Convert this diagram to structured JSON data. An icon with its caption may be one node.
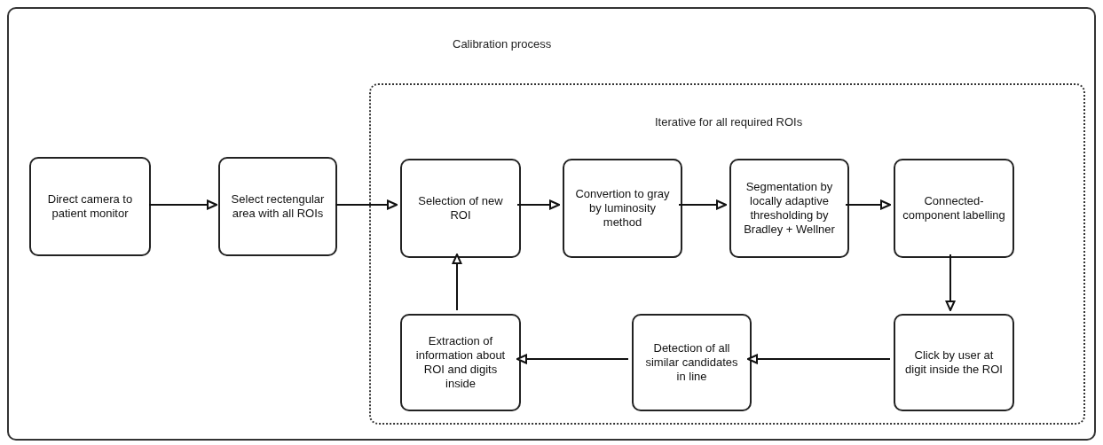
{
  "diagram": {
    "nodes": [
      {
        "text": [
          "Calibration process"
        ]
      },
      {
        "text": [
          "Iterative for all required ROIs"
        ],
        "in": 0
      },
      {
        "text": [
          "Direct camera to patient monitor"
        ],
        "in": 0
      },
      {
        "text": [
          "Select rectengular area with all ROIs"
        ],
        "in": 0
      },
      {
        "text": [
          "Selection of new ROI"
        ],
        "in": 1
      },
      {
        "text": [
          "Convertion to gray by luminosity method"
        ],
        "in": 1
      },
      {
        "text": [
          "Segmentation by locally adaptive thresholding by Bradley + Wellner"
        ],
        "in": 1
      },
      {
        "text": [
          "Connected-component labelling"
        ],
        "in": 1
      },
      {
        "text": [
          "Click by user at digit inside the ROI"
        ],
        "in": 1
      },
      {
        "text": [
          "Detection of all similar candidates in line"
        ],
        "in": 1
      },
      {
        "text": [
          "Extraction of information about ROI and digits inside"
        ],
        "in": 1
      }
    ],
    "edges": [
      {
        "from": 2,
        "to": 3,
        "arrow": "to"
      },
      {
        "from": 3,
        "to": 4,
        "arrow": "to"
      },
      {
        "from": 4,
        "to": 5,
        "arrow": "to"
      },
      {
        "from": 5,
        "to": 6,
        "arrow": "to"
      },
      {
        "from": 6,
        "to": 7,
        "arrow": "to"
      },
      {
        "from": 7,
        "to": 8,
        "arrow": "to"
      },
      {
        "from": 8,
        "to": 9,
        "arrow": "to"
      },
      {
        "from": 9,
        "to": 10,
        "arrow": "to"
      },
      {
        "from": 10,
        "to": 4,
        "arrow": "to"
      }
    ]
  }
}
